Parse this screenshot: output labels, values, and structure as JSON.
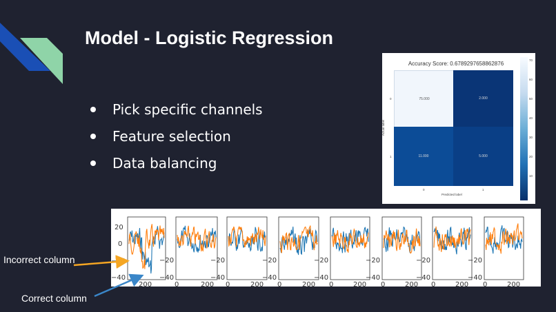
{
  "slide": {
    "title": "Model - Logistic Regression",
    "bullets": [
      {
        "text": "Pick specific channels"
      },
      {
        "text": "Feature selection"
      },
      {
        "text": "Data balancing"
      }
    ]
  },
  "confusion_matrix": {
    "title": "Accuracy Score: 0.6789297658862876",
    "ylabel": "Actual label",
    "xlabel": "Predicted label",
    "ticks": [
      "0",
      "1"
    ],
    "cells": [
      {
        "value": "75.000",
        "count": 75
      },
      {
        "value": "2.000",
        "count": 2
      },
      {
        "value": "11.000",
        "count": 11
      },
      {
        "value": "5.000",
        "count": 5
      }
    ],
    "colorbar_ticks": [
      "70",
      "60",
      "50",
      "40",
      "30",
      "20",
      "10"
    ]
  },
  "timeseries_panel": {
    "y_ticks": [
      "20",
      "0",
      "−20",
      "−40"
    ],
    "x_ticks": [
      "0",
      "200"
    ]
  },
  "annotations": {
    "incorrect": "Incorrect column",
    "correct": "Correct column"
  },
  "colors": {
    "background": "#1f2230",
    "orange_series": "#ff7f0e",
    "blue_series": "#1f77b4",
    "arrow_orange": "#f5a623",
    "arrow_blue": "#3a86c8",
    "deco_blue": "#1a4fb5",
    "deco_green": "#8fd4a8"
  }
}
